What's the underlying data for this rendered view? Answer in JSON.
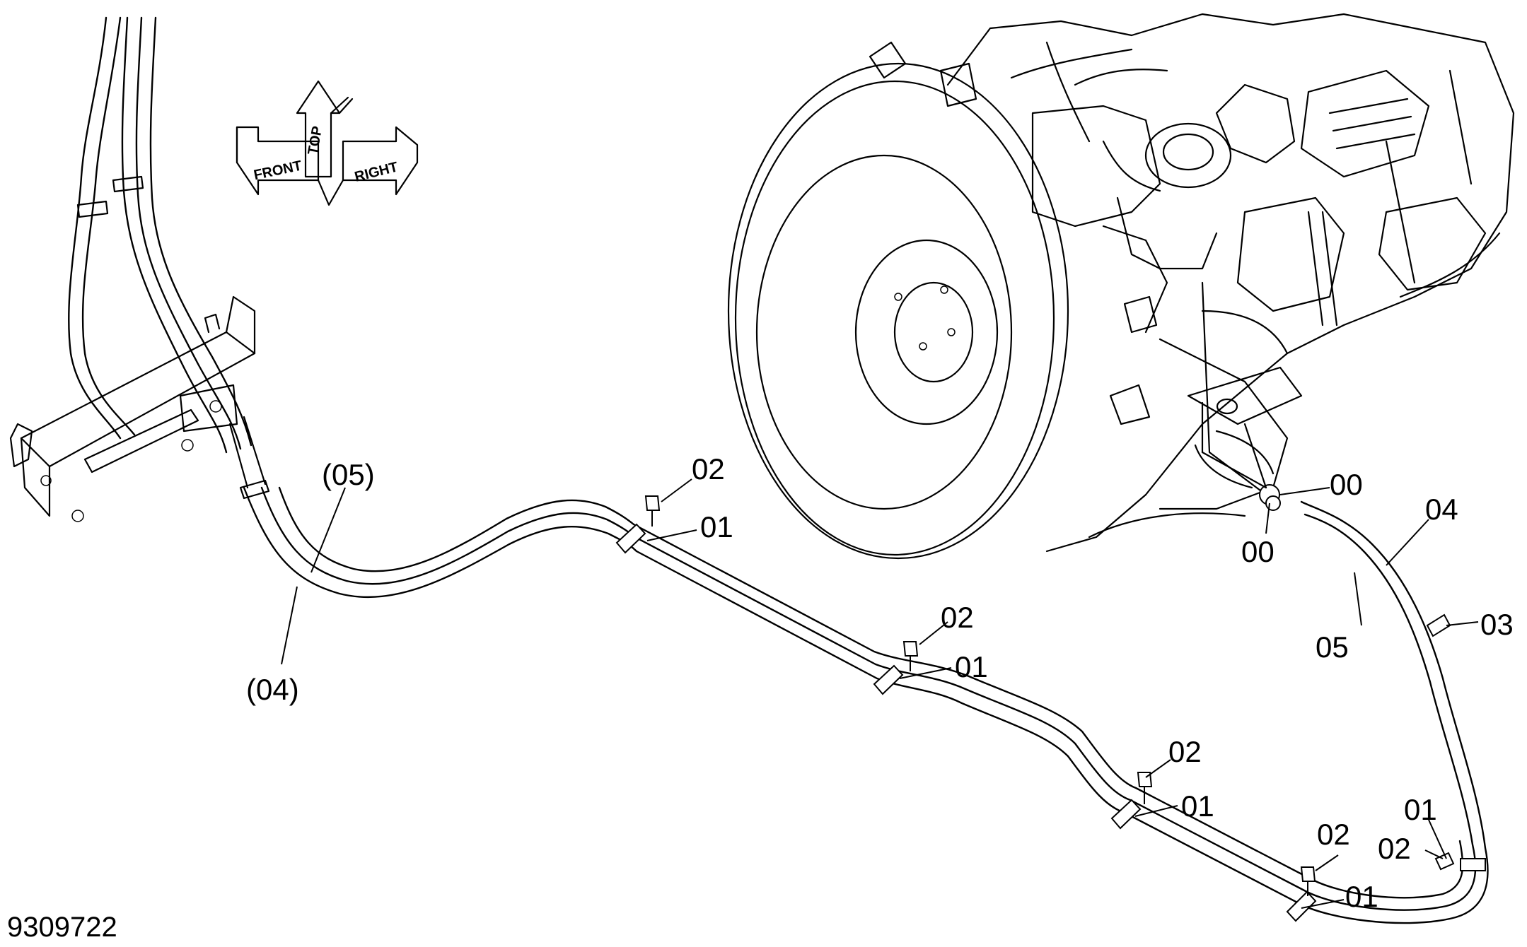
{
  "drawing_number": "9309722",
  "orientation": {
    "front": "FRONT",
    "top": "TOP",
    "right": "RIGHT"
  },
  "labels": {
    "l_05_paren": "(05)",
    "l_04_paren": "(04)",
    "c02_a": "02",
    "c01_a": "01",
    "c02_b": "02",
    "c01_b": "01",
    "c02_c": "02",
    "c01_c": "01",
    "c02_d": "02",
    "c01_d": "01",
    "c02_e": "02",
    "c01_e": "01",
    "c00_a": "00",
    "c00_b": "00",
    "c04": "04",
    "c05": "05",
    "c03": "03"
  }
}
